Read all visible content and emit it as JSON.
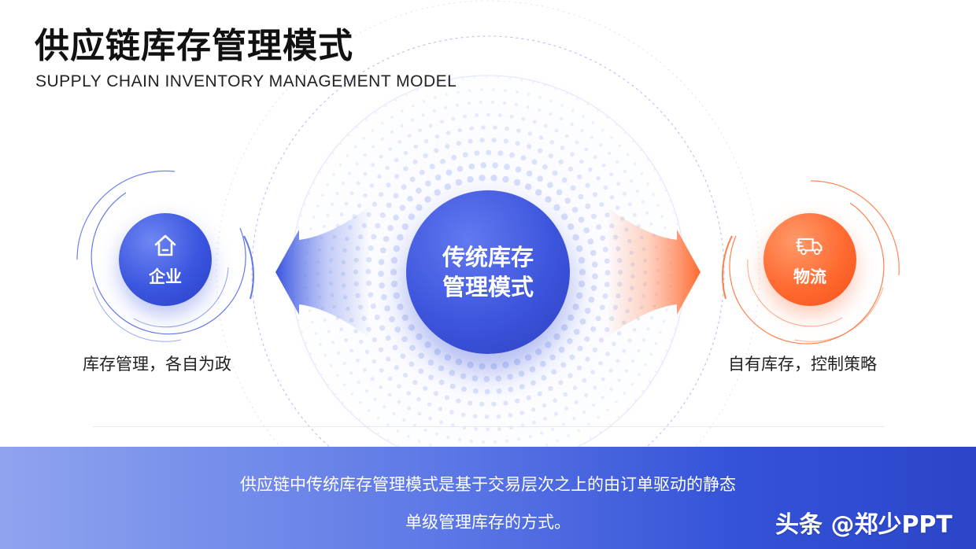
{
  "slide": {
    "title": "供应链库存管理模式",
    "subtitle": "SUPPLY CHAIN INVENTORY MANAGEMENT MODEL"
  },
  "center": {
    "line1": "传统库存",
    "line2": "管理模式"
  },
  "left_node": {
    "label": "企业",
    "icon": "house-icon",
    "caption": "库存管理，各自为政",
    "color": "#3a55df"
  },
  "right_node": {
    "label": "物流",
    "icon": "delivery-truck-icon",
    "caption": "自有库存，控制策略",
    "color": "#ff6a30"
  },
  "banner": {
    "line1": "供应链中传统库存管理模式是基于交易层次之上的由订单驱动的静态",
    "line2": "单级管理库存的方式。",
    "watermark": "头条 @郑少PPT"
  }
}
